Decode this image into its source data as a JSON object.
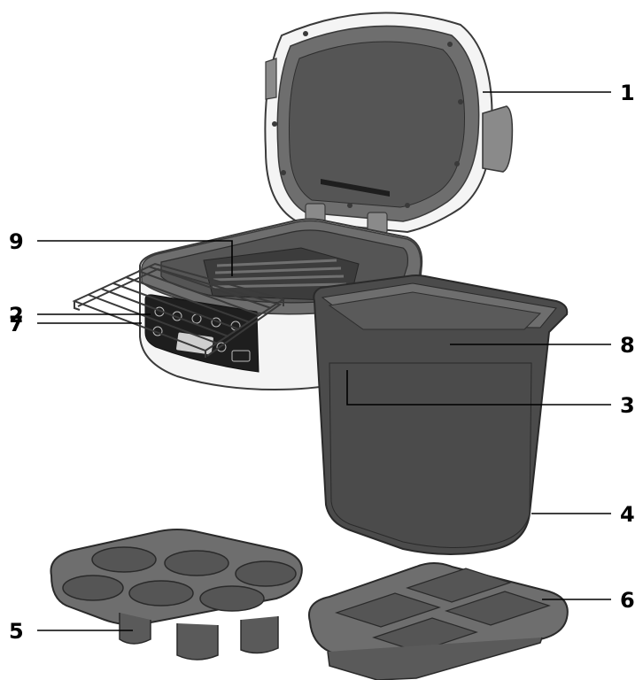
{
  "callouts": {
    "c1": "1",
    "c2": "2",
    "c3": "3",
    "c4": "4",
    "c5": "5",
    "c6": "6",
    "c7": "7",
    "c8": "8",
    "c9": "9"
  },
  "colors": {
    "body_white": "#f4f4f4",
    "body_outline": "#3a3a3a",
    "dark_grey": "#4b4b4b",
    "mid_grey": "#6e6e6e",
    "light_grey": "#8a8a8a",
    "panel_black": "#1e1e1e",
    "rack_metal": "#9a9a9a"
  }
}
